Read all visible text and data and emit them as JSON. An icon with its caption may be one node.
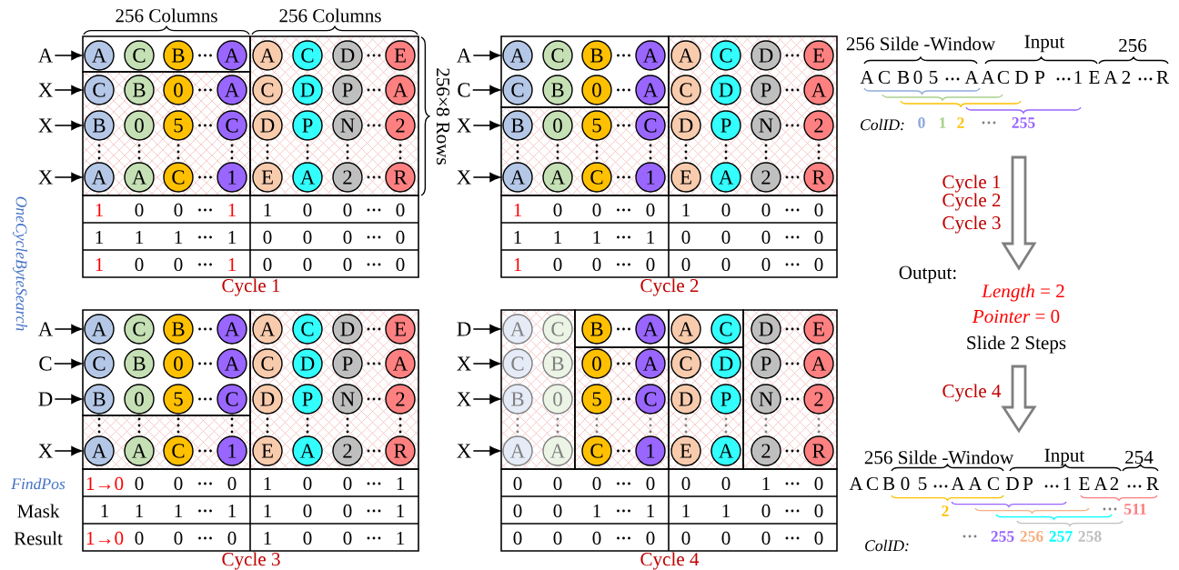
{
  "diagram": {
    "nodes": [
      {
        "text": [
          "A"
        ]
      },
      {
        "text": [
          "A"
        ]
      },
      {
        "text": [
          "C"
        ]
      },
      {
        "text": [
          "B"
        ]
      },
      {
        "text": [
          "A"
        ]
      },
      {
        "text": [
          "A"
        ]
      },
      {
        "text": [
          "C"
        ]
      },
      {
        "text": [
          "D"
        ]
      },
      {
        "text": [
          "E"
        ]
      },
      {
        "text": [
          "X"
        ]
      },
      {
        "text": [
          "C"
        ]
      },
      {
        "text": [
          "B"
        ]
      },
      {
        "text": [
          "0"
        ]
      },
      {
        "text": [
          "A"
        ]
      },
      {
        "text": [
          "C"
        ]
      },
      {
        "text": [
          "D"
        ]
      },
      {
        "text": [
          "P"
        ]
      },
      {
        "text": [
          "A"
        ]
      },
      {
        "text": [
          "X"
        ]
      },
      {
        "text": [
          "B"
        ]
      },
      {
        "text": [
          "0"
        ]
      },
      {
        "text": [
          "5"
        ]
      },
      {
        "text": [
          "C"
        ]
      },
      {
        "text": [
          "D"
        ]
      },
      {
        "text": [
          "P"
        ]
      },
      {
        "text": [
          "N"
        ]
      },
      {
        "text": [
          "2"
        ]
      },
      {
        "text": [
          "X"
        ]
      },
      {
        "text": [
          "A"
        ]
      },
      {
        "text": [
          "A"
        ]
      },
      {
        "text": [
          "C"
        ]
      },
      {
        "text": [
          "1"
        ]
      },
      {
        "text": [
          "E"
        ]
      },
      {
        "text": [
          "A"
        ]
      },
      {
        "text": [
          "2"
        ]
      },
      {
        "text": [
          "R"
        ]
      },
      {
        "text": [
          "A"
        ]
      },
      {
        "text": [
          "A"
        ]
      },
      {
        "text": [
          "C"
        ]
      },
      {
        "text": [
          "B"
        ]
      },
      {
        "text": [
          "A"
        ]
      },
      {
        "text": [
          "A"
        ]
      },
      {
        "text": [
          "C"
        ]
      },
      {
        "text": [
          "D"
        ]
      },
      {
        "text": [
          "E"
        ]
      },
      {
        "text": [
          "C"
        ]
      },
      {
        "text": [
          "C"
        ]
      },
      {
        "text": [
          "B"
        ]
      },
      {
        "text": [
          "0"
        ]
      },
      {
        "text": [
          "A"
        ]
      },
      {
        "text": [
          "C"
        ]
      },
      {
        "text": [
          "D"
        ]
      },
      {
        "text": [
          "P"
        ]
      },
      {
        "text": [
          "A"
        ]
      },
      {
        "text": [
          "X"
        ]
      },
      {
        "text": [
          "B"
        ]
      },
      {
        "text": [
          "0"
        ]
      },
      {
        "text": [
          "5"
        ]
      },
      {
        "text": [
          "C"
        ]
      },
      {
        "text": [
          "D"
        ]
      },
      {
        "text": [
          "P"
        ]
      },
      {
        "text": [
          "N"
        ]
      },
      {
        "text": [
          "2"
        ]
      },
      {
        "text": [
          "X"
        ]
      },
      {
        "text": [
          "A"
        ]
      },
      {
        "text": [
          "A"
        ]
      },
      {
        "text": [
          "C"
        ]
      },
      {
        "text": [
          "1"
        ]
      },
      {
        "text": [
          "E"
        ]
      },
      {
        "text": [
          "A"
        ]
      },
      {
        "text": [
          "2"
        ]
      },
      {
        "text": [
          "R"
        ]
      },
      {
        "text": [
          "A"
        ]
      },
      {
        "text": [
          "A"
        ]
      },
      {
        "text": [
          "C"
        ]
      },
      {
        "text": [
          "B"
        ]
      },
      {
        "text": [
          "A"
        ]
      },
      {
        "text": [
          "A"
        ]
      },
      {
        "text": [
          "C"
        ]
      },
      {
        "text": [
          "D"
        ]
      },
      {
        "text": [
          "E"
        ]
      },
      {
        "text": [
          "C"
        ]
      },
      {
        "text": [
          "C"
        ]
      },
      {
        "text": [
          "B"
        ]
      },
      {
        "text": [
          "0"
        ]
      },
      {
        "text": [
          "A"
        ]
      },
      {
        "text": [
          "C"
        ]
      },
      {
        "text": [
          "D"
        ]
      },
      {
        "text": [
          "P"
        ]
      },
      {
        "text": [
          "A"
        ]
      },
      {
        "text": [
          "D"
        ]
      },
      {
        "text": [
          "B"
        ]
      },
      {
        "text": [
          "0"
        ]
      },
      {
        "text": [
          "5"
        ]
      },
      {
        "text": [
          "C"
        ]
      },
      {
        "text": [
          "D"
        ]
      },
      {
        "text": [
          "P"
        ]
      },
      {
        "text": [
          "N"
        ]
      },
      {
        "text": [
          "2"
        ]
      },
      {
        "text": [
          "X"
        ]
      },
      {
        "text": [
          "A"
        ]
      },
      {
        "text": [
          "A"
        ]
      },
      {
        "text": [
          "C"
        ]
      },
      {
        "text": [
          "1"
        ]
      },
      {
        "text": [
          "E"
        ]
      },
      {
        "text": [
          "A"
        ]
      },
      {
        "text": [
          "2"
        ]
      },
      {
        "text": [
          "R"
        ]
      },
      {
        "text": [
          "D"
        ]
      },
      {
        "text": [
          "A"
        ]
      },
      {
        "text": [
          "C"
        ]
      },
      {
        "text": [
          "B"
        ]
      },
      {
        "text": [
          "A"
        ]
      },
      {
        "text": [
          "A"
        ]
      },
      {
        "text": [
          "C"
        ]
      },
      {
        "text": [
          "D"
        ]
      },
      {
        "text": [
          "E"
        ]
      },
      {
        "text": [
          "X"
        ]
      },
      {
        "text": [
          "C"
        ]
      },
      {
        "text": [
          "B"
        ]
      },
      {
        "text": [
          "0"
        ]
      },
      {
        "text": [
          "A"
        ]
      },
      {
        "text": [
          "C"
        ]
      },
      {
        "text": [
          "D"
        ]
      },
      {
        "text": [
          "P"
        ]
      },
      {
        "text": [
          "A"
        ]
      },
      {
        "text": [
          "X"
        ]
      },
      {
        "text": [
          "B"
        ]
      },
      {
        "text": [
          "0"
        ]
      },
      {
        "text": [
          "5"
        ]
      },
      {
        "text": [
          "C"
        ]
      },
      {
        "text": [
          "D"
        ]
      },
      {
        "text": [
          "P"
        ]
      },
      {
        "text": [
          "N"
        ]
      },
      {
        "text": [
          "2"
        ]
      },
      {
        "text": [
          "X"
        ]
      },
      {
        "text": [
          "A"
        ]
      },
      {
        "text": [
          "A"
        ]
      },
      {
        "text": [
          "C"
        ]
      },
      {
        "text": [
          "1"
        ]
      },
      {
        "text": [
          "E"
        ]
      },
      {
        "text": [
          "A"
        ]
      },
      {
        "text": [
          "2"
        ]
      },
      {
        "text": [
          "R"
        ]
      }
    ],
    "edges": [
      {
        "from": 0,
        "to": 1,
        "arrow": "to"
      },
      {
        "from": 9,
        "to": 10,
        "arrow": "to"
      },
      {
        "from": 18,
        "to": 19,
        "arrow": "to"
      },
      {
        "from": 27,
        "to": 28,
        "arrow": "to"
      },
      {
        "from": 36,
        "to": 37,
        "arrow": "to"
      },
      {
        "from": 45,
        "to": 46,
        "arrow": "to"
      },
      {
        "from": 54,
        "to": 55,
        "arrow": "to"
      },
      {
        "from": 63,
        "to": 64,
        "arrow": "to"
      },
      {
        "from": 72,
        "to": 73,
        "arrow": "to"
      },
      {
        "from": 81,
        "to": 82,
        "arrow": "to"
      },
      {
        "from": 90,
        "to": 91,
        "arrow": "to"
      },
      {
        "from": 99,
        "to": 100,
        "arrow": "to"
      },
      {
        "from": 108,
        "to": 109,
        "arrow": "to"
      },
      {
        "from": 117,
        "to": 118,
        "arrow": "to"
      },
      {
        "from": 126,
        "to": 127,
        "arrow": "to"
      },
      {
        "from": 135,
        "to": 136,
        "arrow": "to"
      }
    ],
    "labels": [
      "256 Columns",
      "256 Columns",
      "256×8 Rows",
      "OneCycleByteSearch",
      "1",
      "0",
      "0",
      "1",
      "1",
      "0",
      "0",
      "0",
      "1",
      "1",
      "1",
      "1",
      "0",
      "0",
      "0",
      "0",
      "1",
      "0",
      "0",
      "1",
      "0",
      "0",
      "0",
      "0",
      "Cycle 1",
      "1",
      "0",
      "0",
      "0",
      "1",
      "0",
      "0",
      "0",
      "1",
      "1",
      "1",
      "1",
      "0",
      "0",
      "0",
      "0",
      "1",
      "0",
      "0",
      "0",
      "0",
      "0",
      "0",
      "0",
      "Cycle 2",
      "FindPos",
      "1→0",
      "0",
      "0",
      "0",
      "1",
      "0",
      "0",
      "1",
      "Mask",
      "1",
      "1",
      "1",
      "1",
      "1",
      "0",
      "0",
      "1",
      "Result",
      "1→0",
      "0",
      "0",
      "0",
      "1",
      "0",
      "0",
      "1",
      "Cycle 3",
      "0",
      "0",
      "0",
      "0",
      "0",
      "0",
      "1",
      "0",
      "0",
      "0",
      "1",
      "1",
      "1",
      "1",
      "0",
      "0",
      "0",
      "0",
      "0",
      "0",
      "0",
      "0",
      "0",
      "0",
      "Cycle 4",
      "256 Silde -Window",
      "Input",
      "256",
      "A",
      "C",
      "B",
      "0",
      "5",
      "A",
      "A",
      "C",
      "D",
      "P",
      "1",
      "E",
      "A",
      "2",
      "R",
      "ColID:",
      "0",
      "1",
      "2",
      "255",
      "Cycle 1",
      "Cycle 2",
      "Cycle 3",
      "Output:",
      "*Length* = 2",
      "*Pointer* = 0",
      "Slide 2 Steps",
      "Cycle 4",
      "256 Silde -Window",
      "Input",
      "254",
      "A",
      "C",
      "B",
      "0",
      "5",
      "A",
      "A",
      "C",
      "D",
      "P",
      "1",
      "E",
      "A",
      "2",
      "R",
      "2",
      "255",
      "256",
      "257",
      "258",
      "511",
      "ColID:"
    ]
  }
}
